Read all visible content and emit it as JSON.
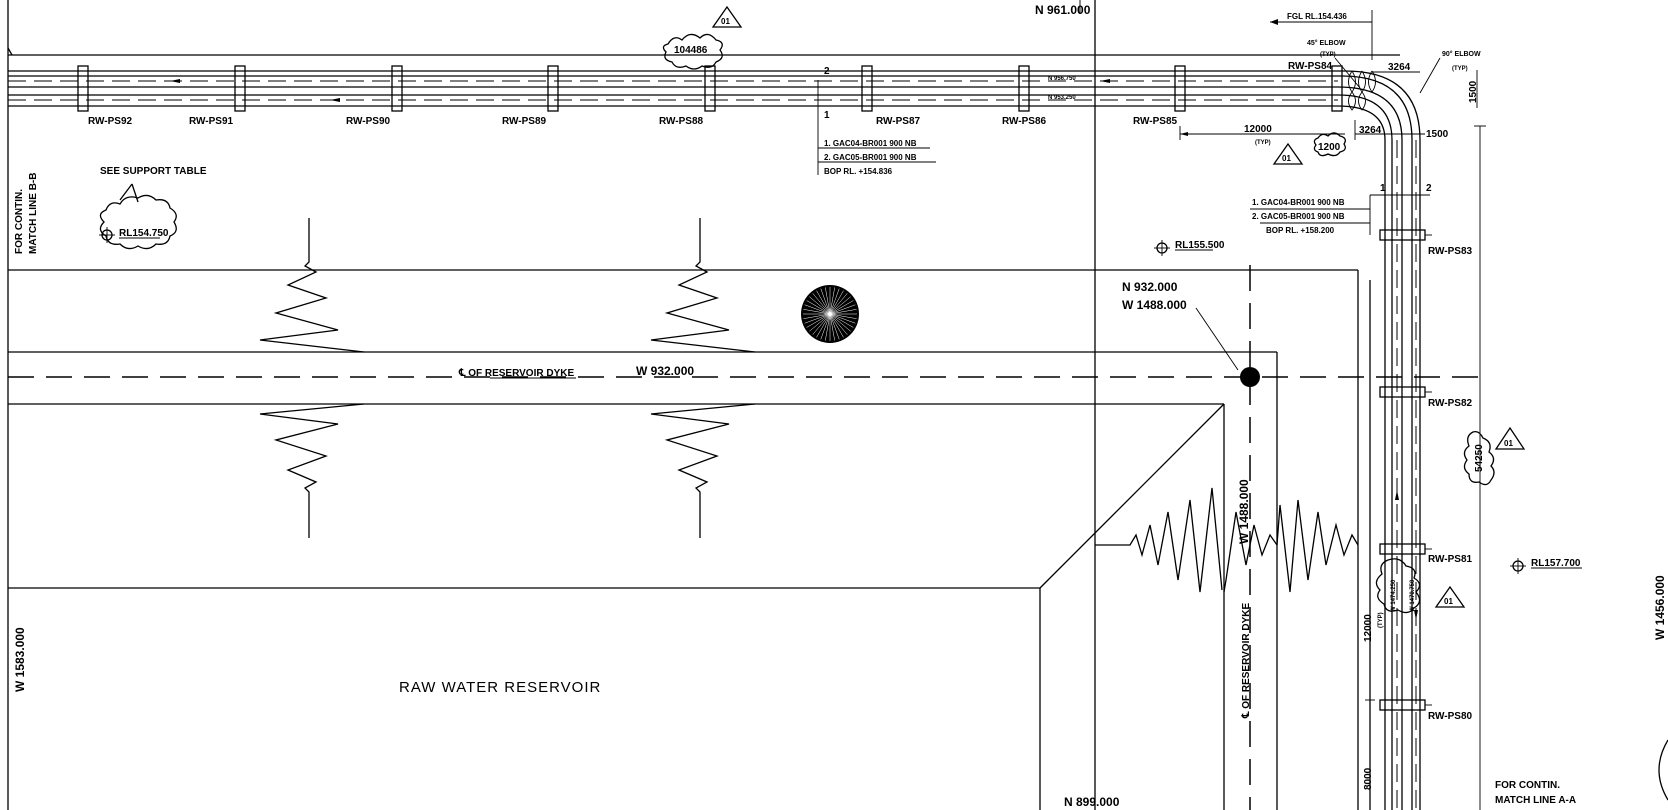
{
  "coordinates": {
    "n_top": "N 961.000",
    "n_bottom": "N 899.000",
    "node_n": "N 932.000",
    "node_w": "W 1488.000",
    "w_left": "W 1583.000",
    "w_right": "W 1456.000",
    "w_centerline": "W 932.000",
    "w_vertical": "W 1488.000"
  },
  "dyke": {
    "horizontal_label": "℄ OF RESERVOIR DYKE",
    "vertical_label": "℄ OF RESERVOIR DYKE"
  },
  "reservoir_label": "RAW WATER RESERVOIR",
  "match_lines": {
    "left_line1": "FOR CONTIN.",
    "left_line2": "MATCH LINE B-B",
    "right_line1": "FOR CONTIN.",
    "right_line2": "MATCH LINE A-A"
  },
  "support_note": "SEE SUPPORT TABLE",
  "levels": {
    "rl_left": "RL154.750",
    "rl_mid": "RL155.500",
    "rl_right": "RL157.700",
    "fgl": "FGL RL.154.436"
  },
  "supports_horizontal": [
    "RW-PS92",
    "RW-PS91",
    "RW-PS90",
    "RW-PS89",
    "RW-PS88",
    "RW-PS87",
    "RW-PS86",
    "RW-PS85",
    "RW-PS84"
  ],
  "supports_vertical": [
    "RW-PS83",
    "RW-PS82",
    "RW-PS81",
    "RW-PS80"
  ],
  "pipe_tags_h": {
    "line1": "1. GAC04-BR001   900 NB",
    "line2": "2. GAC05-BR001   900 NB",
    "bop": "BOP RL. +154.836",
    "mark1": "1",
    "mark2": "2"
  },
  "pipe_tags_v": {
    "line1": "1. GAC04-BR001   900 NB",
    "line2": "2. GAC05-BR001   900 NB",
    "bop": "BOP RL. +158.200",
    "mark1": "1",
    "mark2": "2"
  },
  "pipe_small_labels": {
    "a": "N 956.750",
    "b": "N 953.250",
    "c": "W 1474.250",
    "d": "W 1470.750"
  },
  "elbows": {
    "elbow45": "45° ELBOW",
    "elbow90": "90° ELBOW",
    "typ": "(TYP)"
  },
  "dimensions": {
    "d104486": "104486",
    "d3264a": "3264",
    "d3264b": "3264",
    "d1500a": "1500",
    "d1500b": "1500",
    "d12000a": "12000",
    "d12000b": "12000",
    "d1200": "1200",
    "d54250": "54250",
    "d8000": "8000",
    "typ": "(TYP)"
  },
  "revision_mark": "01"
}
